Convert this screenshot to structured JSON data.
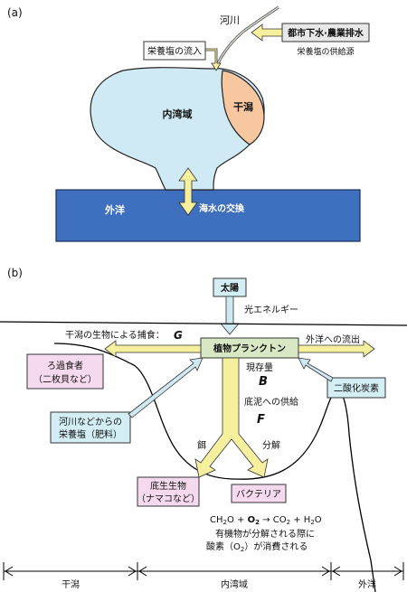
{
  "panel_a": {
    "panel_label": "(a)",
    "river_label": "河川",
    "source_box": "都市下水·農業排水",
    "source_caption": "栄養塩の供給源",
    "inflow_label": "栄養塩の流入",
    "inner_bay_label": "内湾域",
    "tidal_flat_label": "干潟",
    "open_ocean_label": "外洋",
    "exchange_label": "海水の交換"
  },
  "panel_b": {
    "panel_label": "(b)",
    "sun_label": "太陽",
    "light_energy": "光エネルギー",
    "predation_label": "干潟の生物による捕食：",
    "predation_symbol": "G",
    "phyto_label": "植物プランクトン",
    "outflow_label": "外洋への流出",
    "filter_feeders_line1": "ろ過食者",
    "filter_feeders_line2": "（二枚貝など）",
    "standing_stock": "現存量",
    "standing_symbol": "B",
    "co2_label": "二酸化炭素",
    "sediment_supply": "底泥への供給",
    "sediment_symbol": "F",
    "river_nutrients_line1": "河川などからの",
    "river_nutrients_line2": "栄養塩（肥料）",
    "food_label": "餌",
    "decomposition_label": "分解",
    "benthos_line1": "底生生物",
    "benthos_line2": "（ナマコなど）",
    "bacteria_label": "バクテリア",
    "eq_ch2o": "CH",
    "eq_ch2o_sub": "2",
    "eq_ch2o_tail": "O + ",
    "eq_o2": "O",
    "eq_o2_sub": "2",
    "eq_arrow": " → CO",
    "eq_co2_sub": "2",
    "eq_h2o": " + H",
    "eq_h2o_sub": "2",
    "eq_h2o_tail": "O",
    "note_line1": "有機物が分解される際に",
    "note_line2_a": "酸素（O",
    "note_line2_sub": "2",
    "note_line2_b": "）が消費される",
    "zone_tidal": "干潟",
    "zone_inner": "内湾域",
    "zone_ocean": "外洋"
  },
  "colors": {
    "ocean_fill": "#3f6fbf",
    "bay_fill": "#cfeaf4",
    "flat_fill": "#f7c8a0",
    "arrow_fill": "#f6ef9e",
    "arrow_blue": "#cfe9f2",
    "phyto_fill": "#d8e8c4",
    "pink_fill": "#f5d9ec",
    "gray_fill": "#e8e8e8",
    "box_blue": "#d3eef5"
  }
}
